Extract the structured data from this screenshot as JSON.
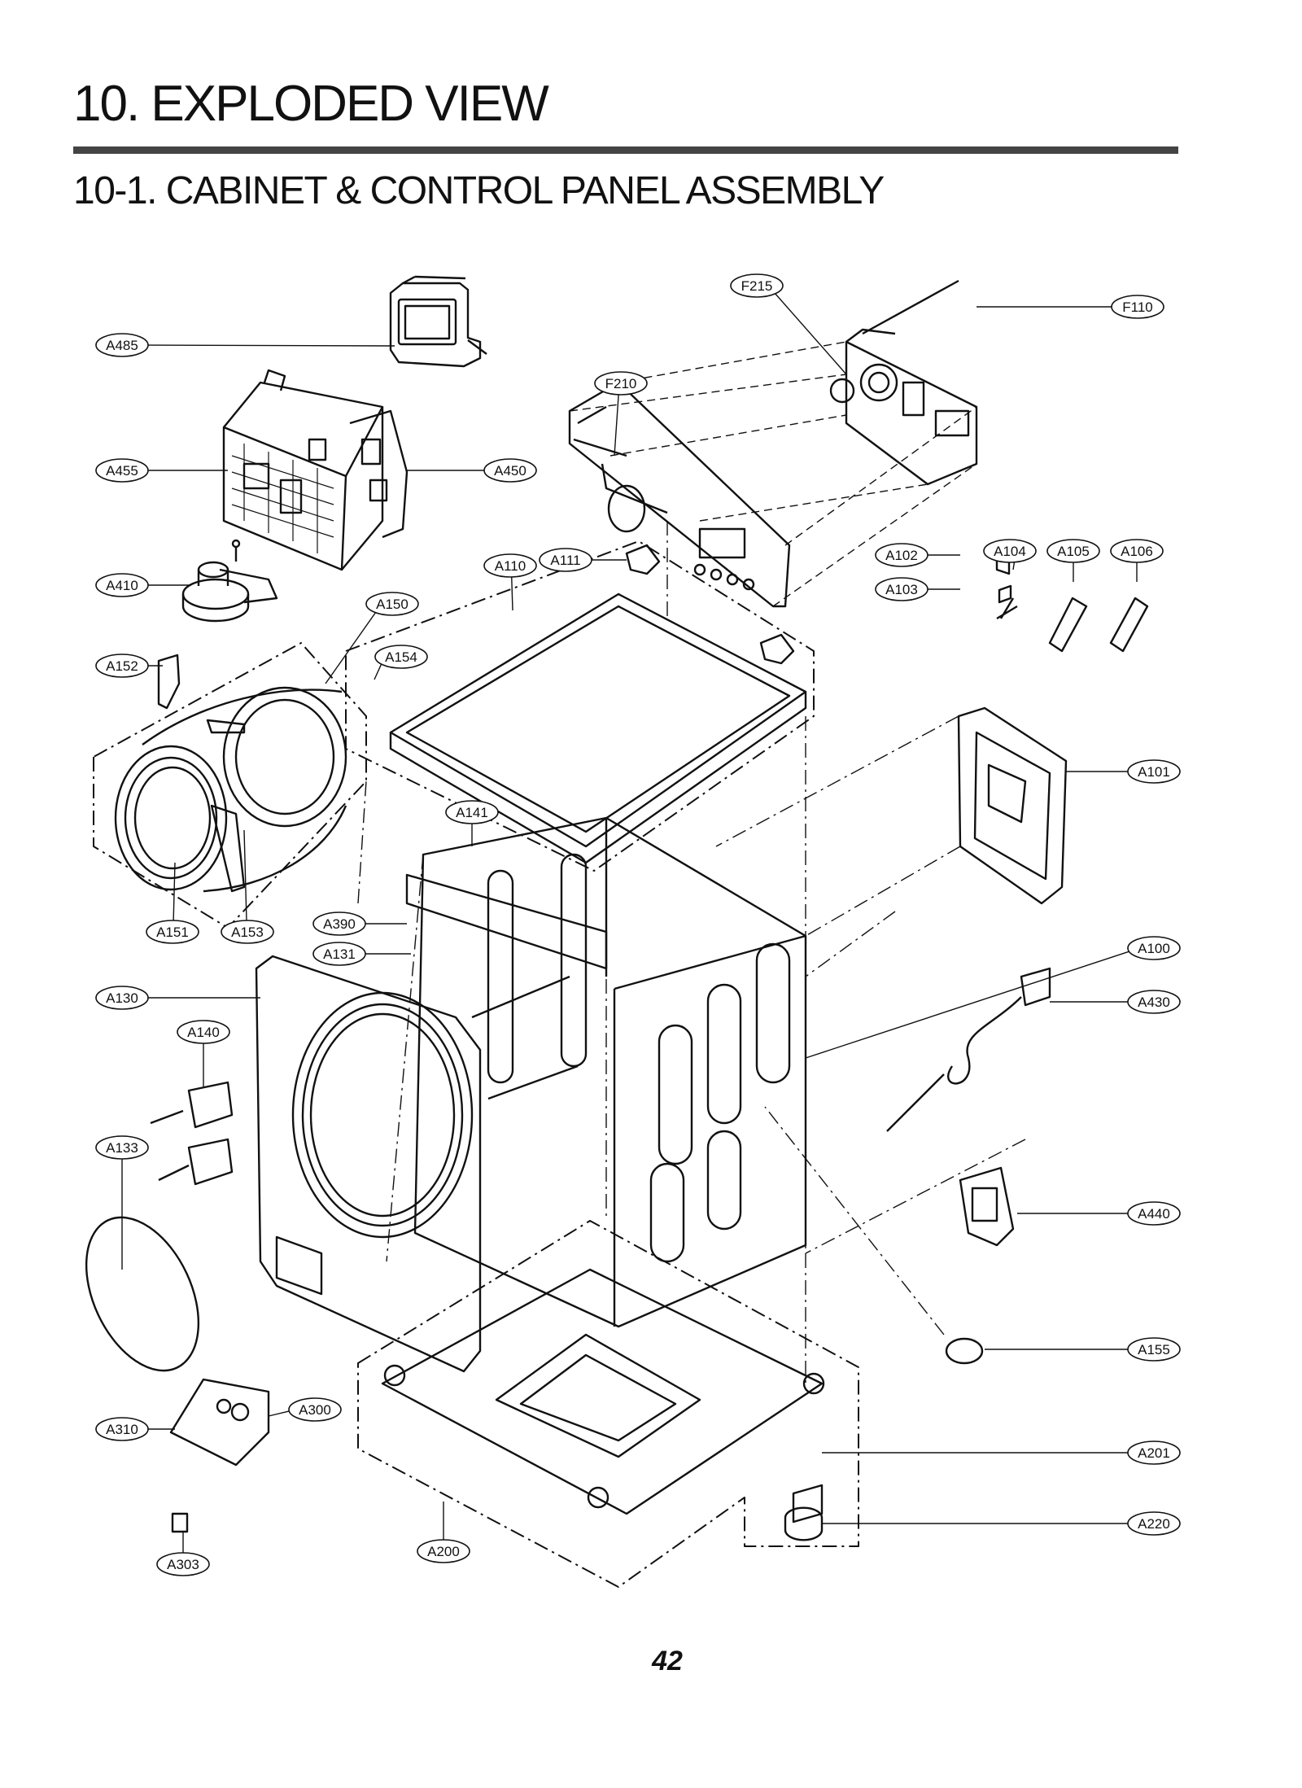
{
  "header": {
    "title": "10. EXPLODED VIEW",
    "subtitle": "10-1. CABINET  & CONTROL PANEL ASSEMBLY"
  },
  "callouts": [
    {
      "label": "A485"
    },
    {
      "label": "A455"
    },
    {
      "label": "A450"
    },
    {
      "label": "A410"
    },
    {
      "label": "A150"
    },
    {
      "label": "A152"
    },
    {
      "label": "A154"
    },
    {
      "label": "A151"
    },
    {
      "label": "A153"
    },
    {
      "label": "A130"
    },
    {
      "label": "A140"
    },
    {
      "label": "A133"
    },
    {
      "label": "A310"
    },
    {
      "label": "A300"
    },
    {
      "label": "A303"
    },
    {
      "label": "A200"
    },
    {
      "label": "F215"
    },
    {
      "label": "F210"
    },
    {
      "label": "F110"
    },
    {
      "label": "A110"
    },
    {
      "label": "A111"
    },
    {
      "label": "A102"
    },
    {
      "label": "A103"
    },
    {
      "label": "A104"
    },
    {
      "label": "A105"
    },
    {
      "label": "A106"
    },
    {
      "label": "A101"
    },
    {
      "label": "A141"
    },
    {
      "label": "A390"
    },
    {
      "label": "A131"
    },
    {
      "label": "A100"
    },
    {
      "label": "A430"
    },
    {
      "label": "A440"
    },
    {
      "label": "A155"
    },
    {
      "label": "A201"
    },
    {
      "label": "A220"
    }
  ],
  "footer": {
    "page_number": "42"
  }
}
